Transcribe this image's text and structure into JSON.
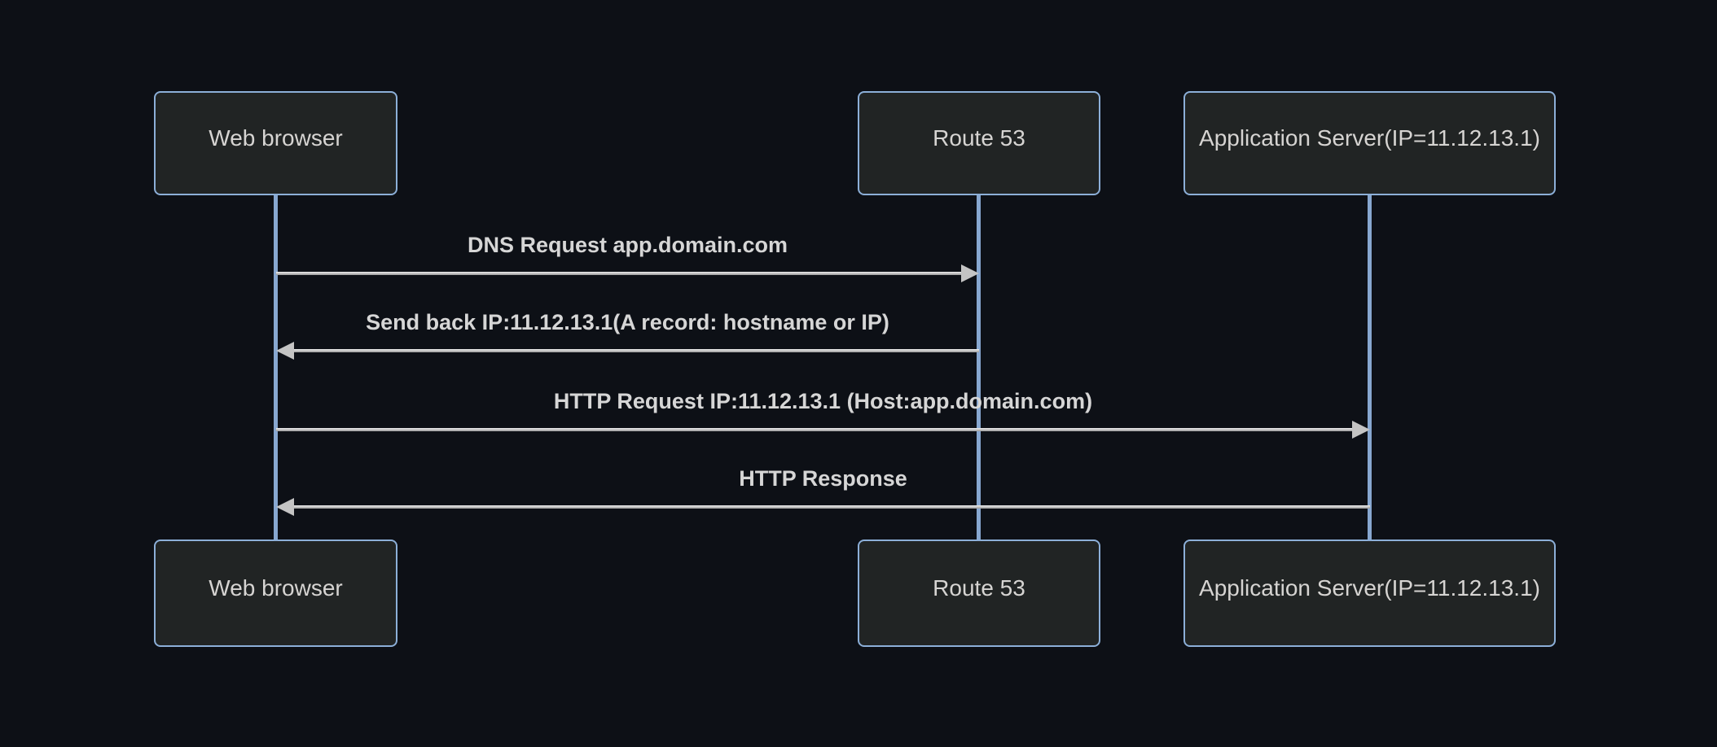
{
  "diagram": {
    "type": "sequence-diagram",
    "actors": [
      {
        "id": "web-browser",
        "label": "Web browser"
      },
      {
        "id": "route-53",
        "label": "Route 53"
      },
      {
        "id": "application-server",
        "label": "Application Server(IP=11.12.13.1)"
      }
    ],
    "messages": [
      {
        "label": "DNS Request app.domain.com",
        "from": "Web browser",
        "to": "Route 53",
        "arrow": "solid-arrowhead-right"
      },
      {
        "label": "Send back IP:11.12.13.1(A record: hostname or IP)",
        "from": "Route 53",
        "to": "Web browser",
        "arrow": "solid-arrowhead-left"
      },
      {
        "label": "HTTP Request IP:11.12.13.1 (Host:app.domain.com)",
        "from": "Web browser",
        "to": "Application Server(IP=11.12.13.1)",
        "arrow": "solid-arrowhead-right"
      },
      {
        "label": "HTTP Response",
        "from": "Application Server(IP=11.12.13.1)",
        "to": "Web browser",
        "arrow": "solid-arrowhead-left"
      }
    ],
    "colors": {
      "background": "#0d1016",
      "actor_fill": "#212424",
      "actor_border": "#8cafd8",
      "lifeline": "#87a7d0",
      "arrow": "#c4c4c4",
      "actor_text": "#d6d4d2",
      "message_text": "#d6d6d6"
    }
  }
}
